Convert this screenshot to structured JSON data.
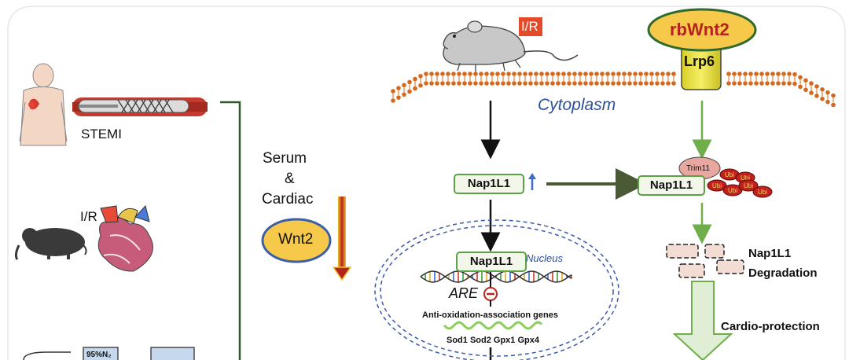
{
  "left_panel": {
    "stemi_label": "STEMI",
    "ir_label": "I/R",
    "gas_label": "95%N₂"
  },
  "middle": {
    "serum_label": "Serum",
    "amp_label": "&",
    "cardiac_label": "Cardiac",
    "wnt2_label": "Wnt2"
  },
  "pathway": {
    "ir_badge": "I/R",
    "rbwnt2_label": "rbWnt2",
    "lrp6_label": "Lrp6",
    "cytoplasm_label": "Cytoplasm",
    "nap1l1_label": "Nap1L1",
    "nap1l1_bound_label": "Nap1L1",
    "nap1l1_nucleus_label": "Nap1L1",
    "trim11_label": "Trim11",
    "ubi_label": "Ubi",
    "nucleus_label": "Nucleus",
    "are_label": "ARE",
    "genes_title": "Anti-oxidation-association genes",
    "genes_list": "Sod1 Sod2 Gpx1 Gpx4",
    "degradation_line1": "Nap1L1",
    "degradation_line2": "Degradation",
    "cardioprotection_label": "Cardio-protection"
  },
  "colors": {
    "accent_green": "#5aa246",
    "membrane": "#d2691e",
    "wnt_fill": "#f7c94a",
    "ubi_red": "#c0221b"
  }
}
